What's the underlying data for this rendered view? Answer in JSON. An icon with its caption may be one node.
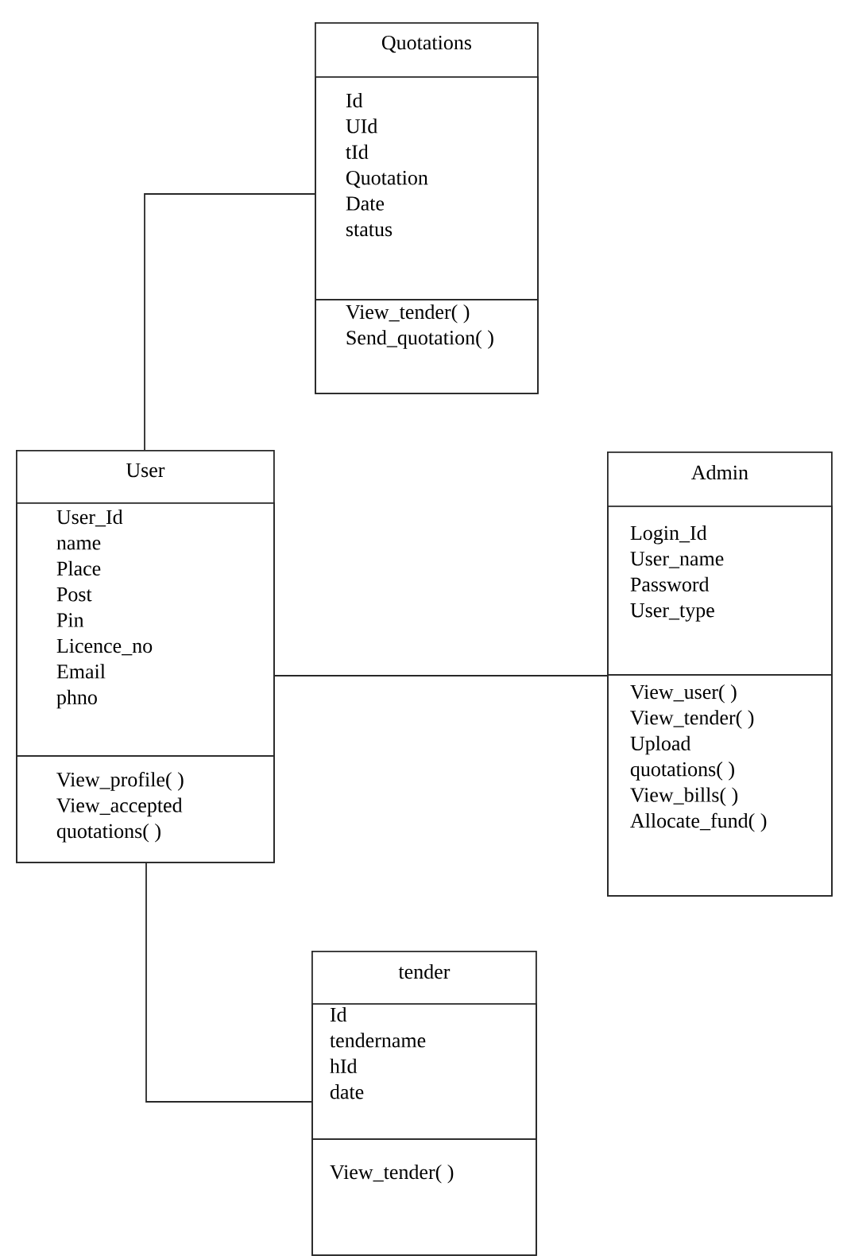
{
  "diagram": {
    "nodes": [
      {
        "text": [
          "Quotations"
        ]
      },
      {
        "text": [
          "Id",
          "UId",
          "tId",
          "Quotation",
          "Date",
          "status"
        ],
        "in": 0
      },
      {
        "text": [
          "View_tender( )",
          "Send_quotation( )"
        ],
        "in": 0
      },
      {
        "text": [
          "User"
        ]
      },
      {
        "text": [
          "User_Id",
          "name",
          "Place",
          "Post",
          "Pin",
          "Licence_no",
          "Email",
          "phno"
        ],
        "in": 3
      },
      {
        "text": [
          "View_profile( )",
          "View_accepted quotations( )"
        ],
        "in": 3
      },
      {
        "text": [
          "Admin"
        ]
      },
      {
        "text": [
          "Login_Id",
          "User_name",
          "Password",
          "User_type"
        ],
        "in": 6
      },
      {
        "text": [
          "View_user( )",
          "View_tender( )",
          "Upload quotations( )",
          "View_bills( )",
          "Allocate_fund( )"
        ],
        "in": 6
      },
      {
        "text": [
          "tender"
        ]
      },
      {
        "text": [
          "Id",
          "tendername",
          "hId",
          "date"
        ],
        "in": 9
      },
      {
        "text": [
          "View_tender( )"
        ],
        "in": 9
      }
    ],
    "edges": [
      {
        "from": 3,
        "to": 0,
        "arrow": "none"
      },
      {
        "from": 3,
        "to": 6,
        "arrow": "none"
      },
      {
        "from": 3,
        "to": 9,
        "arrow": "none"
      }
    ]
  }
}
